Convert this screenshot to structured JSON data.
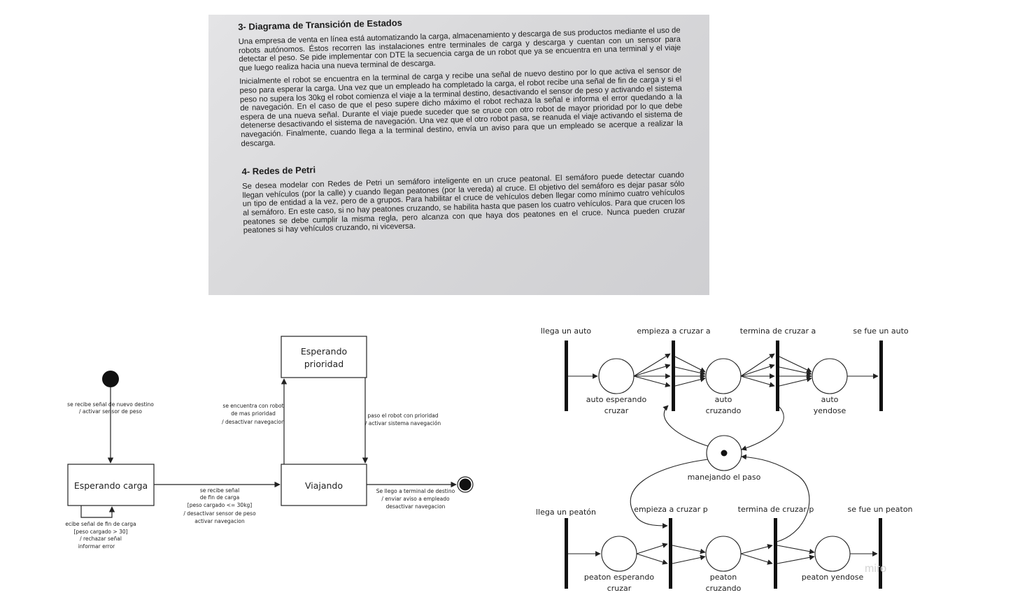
{
  "document": {
    "section3_title": "3- Diagrama de Transición de Estados",
    "section3_p1": "Una empresa de venta en línea está automatizando la carga, almacenamiento y descarga de sus productos mediante el uso de robots autónomos. Éstos recorren las instalaciones entre terminales de carga y descarga y cuentan con un sensor para detectar el peso. Se pide implementar con DTE la secuencia carga de un robot que ya se encuentra en una terminal y el viaje que luego realiza hacia una nueva terminal de descarga.",
    "section3_p2": "Inicialmente el robot se encuentra en la terminal de carga y recibe una señal de nuevo destino por lo que activa el sensor de peso para esperar la carga. Una vez que un empleado ha completado la carga, el robot recibe una señal de fin de carga y si el peso no supera los 30kg el robot comienza el viaje a la terminal destino, desactivando el sensor de peso y activando el sistema de navegación. En el caso de que el peso supere dicho máximo el robot rechaza la señal e informa el error quedando a la espera de una nueva señal. Durante el viaje puede suceder que se cruce con otro robot de mayor prioridad por lo que debe detenerse desactivando el sistema de navegación. Una vez que el otro robot pasa, se reanuda el viaje activando el sistema de navegación. Finalmente, cuando llega a la terminal destino, envía un aviso para que un empleado se acerque a realizar la descarga.",
    "section4_title": "4- Redes de Petri",
    "section4_p1": "Se desea modelar con Redes de Petri un semáforo inteligente en un cruce peatonal. El semáforo puede detectar cuando llegan vehículos (por la calle) y cuando llegan peatones (por la vereda) al cruce. El objetivo del semáforo es dejar pasar sólo un tipo de entidad a la vez, pero de a grupos. Para habilitar el cruce de vehículos deben llegar como mínimo cuatro vehículos al semáforo. En este caso, si no hay peatones cruzando, se habilita hasta que pasen los cuatro vehículos. Para que crucen los peatones se debe cumplir la misma regla, pero alcanza con que haya dos peatones en el cruce. Nunca pueden cruzar peatones si hay vehículos cruzando, ni viceversa."
  },
  "state_diagram": {
    "states": {
      "esperando_carga": "Esperando carga",
      "viajando": "Viajando",
      "esperando_prioridad_1": "Esperando",
      "esperando_prioridad_2": "prioridad"
    },
    "transitions": {
      "initial": [
        "se recibe señal de nuevo destino",
        "/ activar sensor de peso"
      ],
      "self_loop": [
        "ecibe señal de fin de carga",
        "[peso cargado > 30]",
        "/ rechazar señal",
        "informar error"
      ],
      "to_viajando": [
        "se recibe señal",
        "de fin de carga",
        "[peso cargado <= 30kg]",
        "/ desactivar sensor de peso",
        "activar navegacion"
      ],
      "to_prioridad": [
        "se encuentra con robot",
        "de mas prioridad",
        "/ desactivar navegacion"
      ],
      "from_prioridad": [
        "paso el robot con prioridad",
        "/ activar sistema navegación"
      ],
      "to_final": [
        "Se llego a terminal de destino",
        "/ enviar aviso a empleado",
        "desactivar navegacion"
      ]
    }
  },
  "petri_net": {
    "transitions": {
      "llega_auto": "llega un auto",
      "empieza_a": "empieza a cruzar a",
      "termina_a": "termina de cruzar a",
      "se_fue_auto": "se fue un auto",
      "llega_peaton": "llega un peatón",
      "empieza_p": "empieza a cruzar p",
      "termina_p": "termina de cruzar p",
      "se_fue_peaton": "se fue un peaton"
    },
    "places": {
      "auto_esperando": [
        "auto esperando",
        "cruzar"
      ],
      "auto_cruzando": [
        "auto",
        "cruzando"
      ],
      "auto_yendose": [
        "auto",
        "yendose"
      ],
      "manejando": "manejando el paso",
      "peaton_esperando": [
        "peaton esperando",
        "cruzar"
      ],
      "peaton_cruzando": [
        "peaton",
        "cruzando"
      ],
      "peaton_yendose": "peaton yendose"
    }
  },
  "watermark": "miro"
}
